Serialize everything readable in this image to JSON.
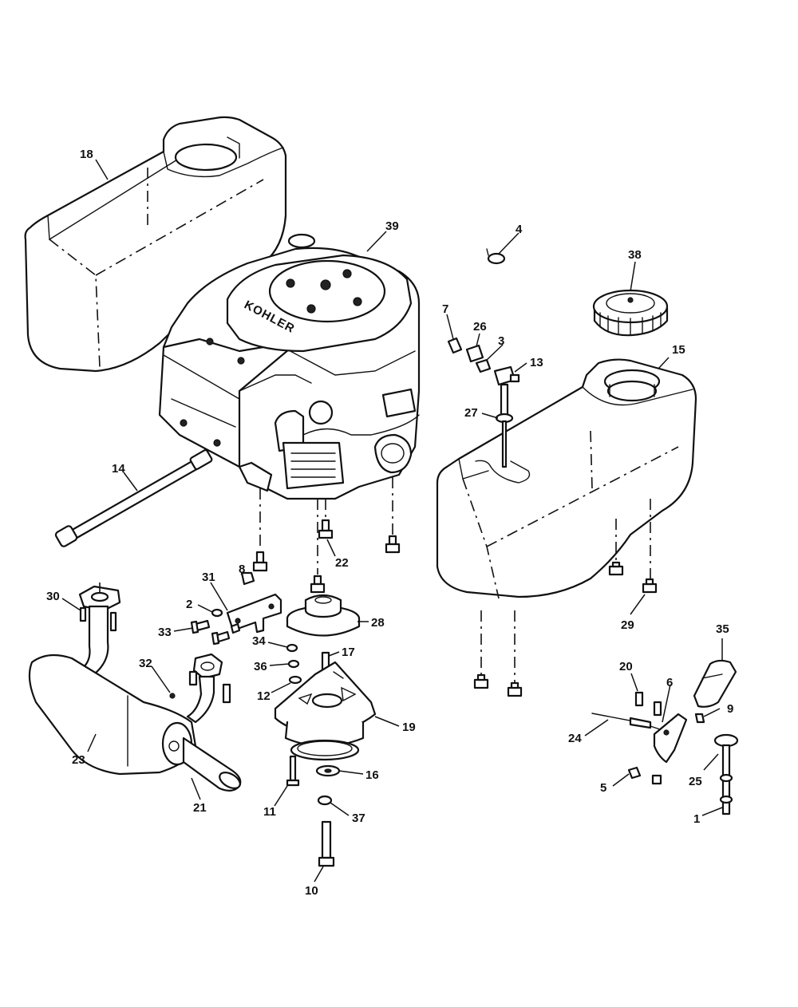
{
  "callouts": {
    "c1": "1",
    "c2": "2",
    "c3": "3",
    "c4": "4",
    "c5": "5",
    "c6": "6",
    "c7": "7",
    "c8": "8",
    "c9": "9",
    "c10": "10",
    "c11": "11",
    "c12": "12",
    "c13": "13",
    "c14": "14",
    "c15": "15",
    "c16": "16",
    "c17": "17",
    "c18": "18",
    "c19": "19",
    "c20": "20",
    "c21": "21",
    "c22": "22",
    "c23": "23",
    "c24": "24",
    "c25": "25",
    "c26": "26",
    "c27": "27",
    "c28": "28",
    "c29": "29",
    "c30": "30",
    "c31": "31",
    "c32": "32",
    "c33": "33",
    "c34": "34",
    "c35": "35",
    "c36": "36",
    "c37": "37",
    "c38": "38",
    "c39": "39"
  },
  "engine_logo": "KOHLER"
}
